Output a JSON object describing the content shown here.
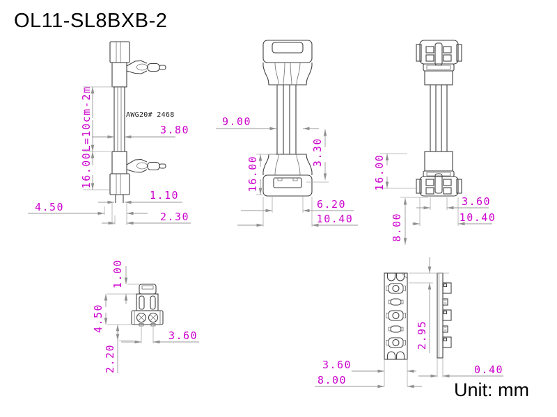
{
  "page": {
    "title": "OL11-SL8BXB-2",
    "unit_label": "Unit: mm"
  },
  "colors": {
    "dim_text": "#cc00cc",
    "drawing_line": "#3f3f3f",
    "dim_line": "#979797",
    "extension_line": "#ababab",
    "background": "#ffffff",
    "title_text": "#000000"
  },
  "views": {
    "front": {
      "cable_spec": "AWG20# 2468",
      "dims": {
        "cable_length": "L=10cm-2m",
        "connector_length": "16.00",
        "cable_diameter": "3.80",
        "wire_tip_width": "1.10",
        "latch_offset": "4.50",
        "tail_width": "2.30"
      }
    },
    "side": {
      "dims": {
        "body_width": "9.00",
        "connector_length": "16.00",
        "latch_depth": "3.30",
        "slot_width": "6.20",
        "housing_width": "10.40"
      }
    },
    "rear": {
      "dims": {
        "connector_length": "16.00",
        "mount_depth": "8.00",
        "contact_span": "3.60",
        "housing_width": "10.40"
      }
    },
    "plug_end": {
      "dims": {
        "latch_height": "1.00",
        "body_height": "4.50",
        "tip_depth": "2.20",
        "contact_spacing": "3.60"
      }
    },
    "contact_strip": {
      "dims": {
        "contact_pitch": "2.95",
        "strip_width": "3.60",
        "strip_depth": "8.00",
        "plate_thickness": "0.40"
      }
    }
  }
}
